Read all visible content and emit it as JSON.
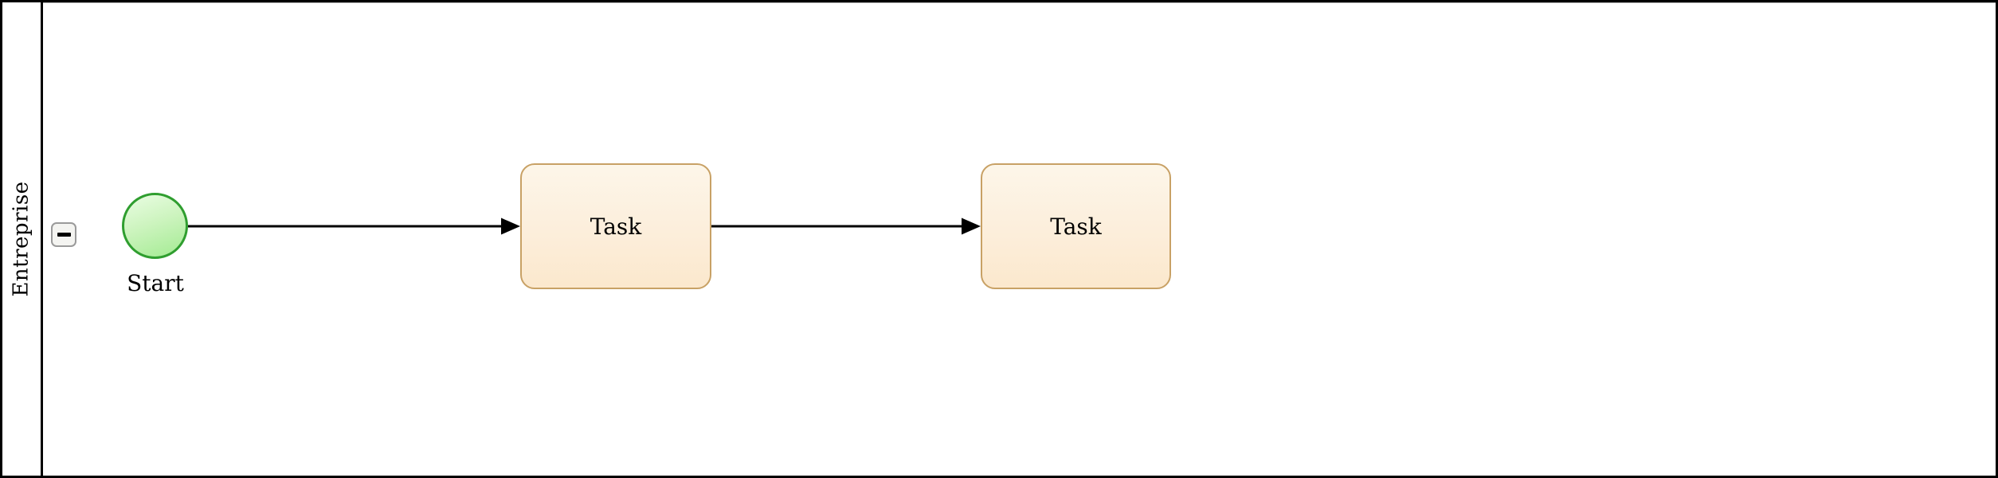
{
  "pool": {
    "label": "Entreprise",
    "collapse_icon": "minus-icon"
  },
  "nodes": {
    "start_event": {
      "label": "Start",
      "shape": "circle"
    },
    "task1": {
      "label": "Task",
      "shape": "rounded-rect"
    },
    "task2": {
      "label": "Task",
      "shape": "rounded-rect"
    }
  },
  "flows": [
    {
      "from": "start_event",
      "to": "task1"
    },
    {
      "from": "task1",
      "to": "task2"
    }
  ],
  "colors": {
    "pool_border": "#000000",
    "start_event_stroke": "#2f9e2f",
    "start_event_fill_top": "#eafde3",
    "start_event_fill_bottom": "#a3eb92",
    "task_stroke": "#c8a165",
    "task_fill_top": "#fdf6e9",
    "task_fill_bottom": "#fbe8cd",
    "collapse_border": "#9a9a9a",
    "collapse_fill": "#f4f4f1",
    "flow_stroke": "#000000"
  }
}
